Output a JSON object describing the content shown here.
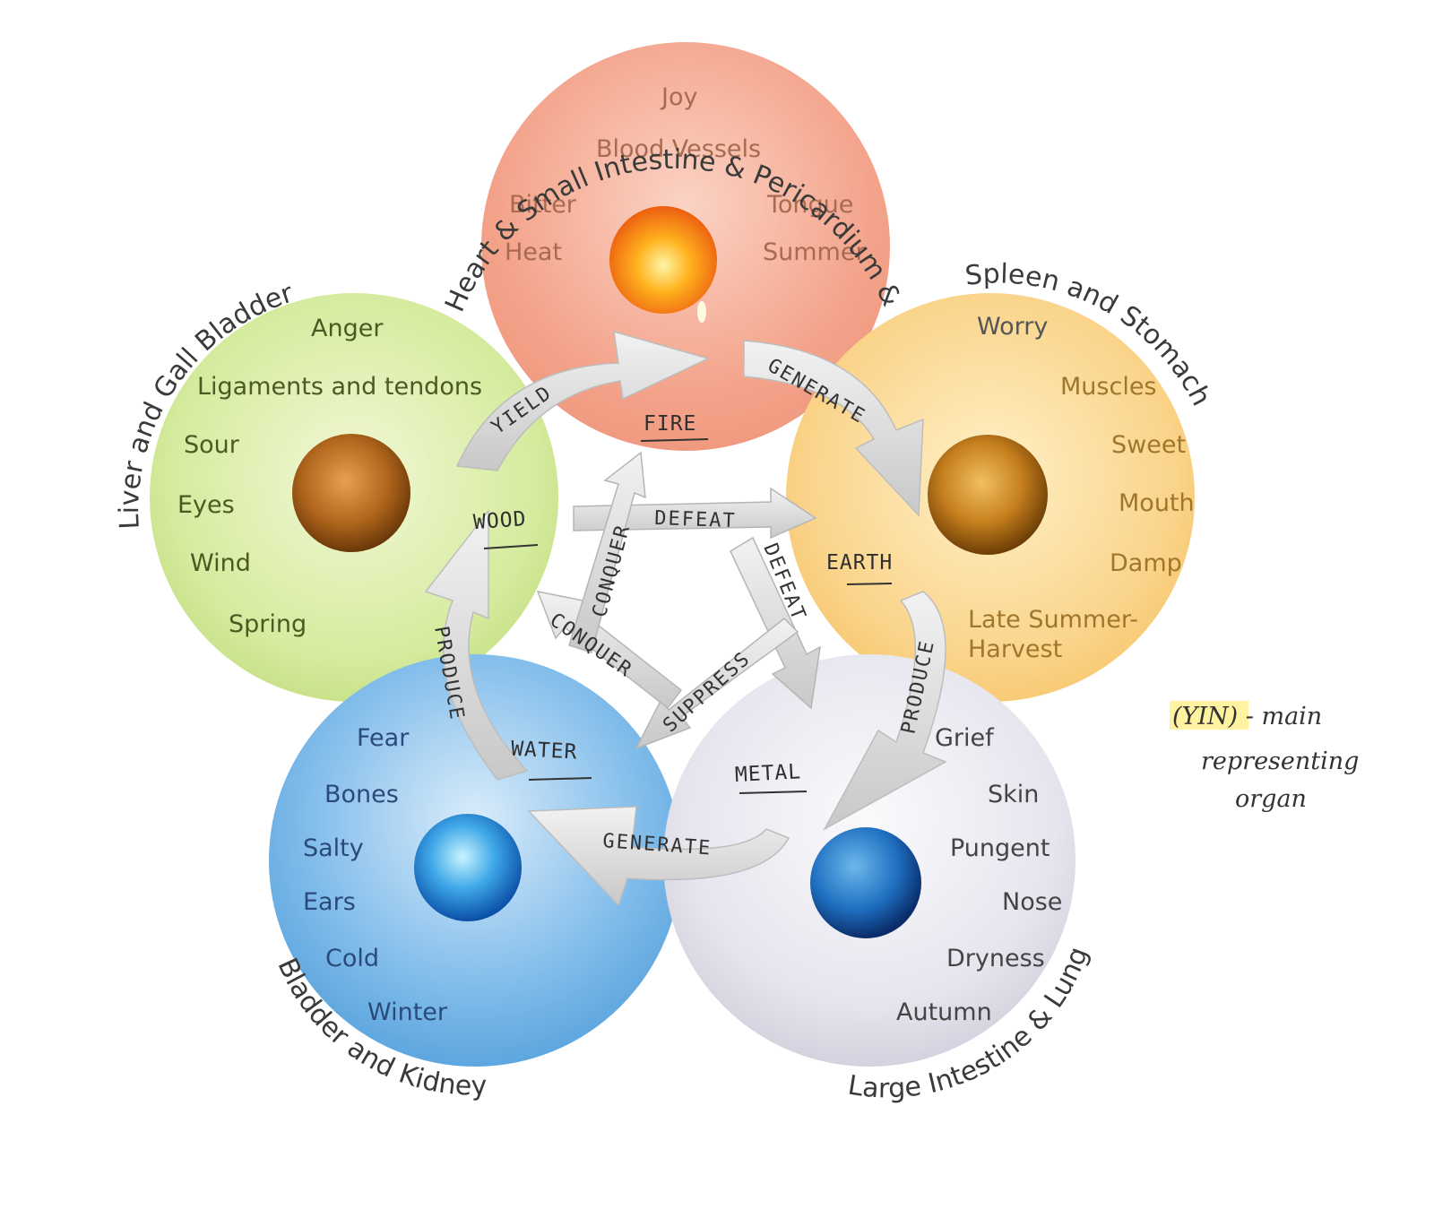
{
  "colors": {
    "fire": "#f29a82",
    "earth": "#f7cd78",
    "wood": "#c9e38a",
    "water": "#6aaee3",
    "metal": "#dcdbe6",
    "arrow": "#d6d6d6",
    "highlight": "#fff2a0"
  },
  "elements": {
    "fire": {
      "label": "FIRE",
      "organs": "Heart & Small Intestine & Pericardium & Sanjiou",
      "attributes": [
        "Joy",
        "Blood Vessels",
        "Bitter",
        "Heat",
        "Tongue",
        "Summer"
      ]
    },
    "earth": {
      "label": "EARTH",
      "organs": "Spleen and Stomach",
      "attributes": [
        "Worry",
        "Muscles",
        "Sweet",
        "Mouth",
        "Damp",
        "Late Summer-",
        "Harvest"
      ]
    },
    "wood": {
      "label": "WOOD",
      "organs": "Liver and Gall Bladder",
      "attributes": [
        "Anger",
        "Ligaments and tendons",
        "Sour",
        "Eyes",
        "Wind",
        "Spring"
      ]
    },
    "water": {
      "label": "WATER",
      "organs": "Bladder and Kidney",
      "attributes": [
        "Fear",
        "Bones",
        "Salty",
        "Ears",
        "Cold",
        "Winter"
      ]
    },
    "metal": {
      "label": "METAL",
      "organs": "Large Intestine & Lung",
      "attributes": [
        "Grief",
        "Skin",
        "Pungent",
        "Nose",
        "Dryness",
        "Autumn"
      ]
    }
  },
  "arrows": {
    "yield": "YIELD",
    "generate_top": "GENERATE",
    "produce_right": "PRODUCE",
    "generate_bottom": "GENERATE",
    "produce_left": "PRODUCE",
    "defeat_top": "DEFEAT",
    "defeat_right": "DEFEAT",
    "suppress": "SUPPRESS",
    "conquer_left": "CONQUER",
    "conquer_top": "CONQUER"
  },
  "note": {
    "line1": "(YIN) - main",
    "line2": "representing",
    "line3": "organ"
  }
}
